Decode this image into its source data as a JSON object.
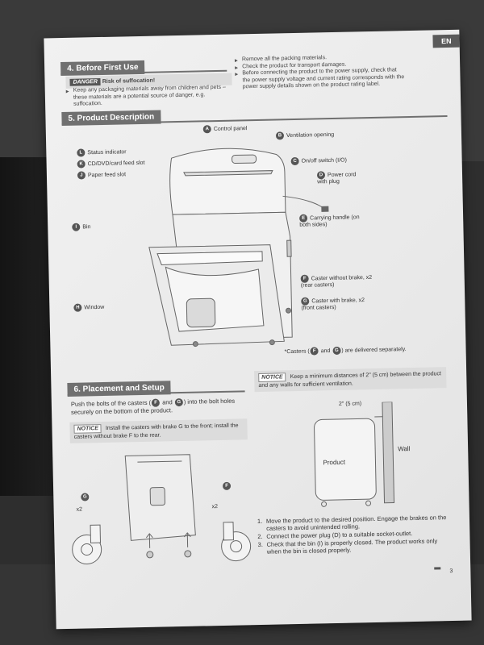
{
  "language_tag": "EN",
  "sections": {
    "before_first_use": {
      "title": "4. Before First Use",
      "danger_badge": "DANGER",
      "danger_heading": "Risk of suffocation!",
      "danger_text": "Keep any packaging materials away from children and pets – these materials are a potential source of danger, e.g. suffocation.",
      "right_bullets": [
        "Remove all the packing materials.",
        "Check the product for transport damages.",
        "Before connecting the product to the power supply, check that the power supply voltage and current rating corresponds with the power supply details shown on the product rating label."
      ]
    },
    "product_description": {
      "title": "5. Product Description",
      "callouts": {
        "A": "Control panel",
        "B": "Ventilation opening",
        "C": "On/off switch (I/O)",
        "D": "Power cord with plug",
        "E": "Carrying handle (on both sides)",
        "F": "Caster without brake, x2 (rear casters)",
        "G": "Caster with brake, x2 (front casters)",
        "H": "Window",
        "I": "Bin",
        "J": "Paper feed slot",
        "K": "CD/DVD/card feed slot",
        "L": "Status indicator"
      },
      "casters_note_pre": "*Casters (",
      "casters_note_mid": " and ",
      "casters_note_post": ") are delivered separately."
    },
    "placement": {
      "title": "6. Placement and Setup",
      "intro_pre": "Push the bolts of the casters (",
      "intro_mid": " and ",
      "intro_post": ") into the bolt holes securely on the bottom of the product.",
      "notice_badge": "NOTICE",
      "notice_left": "Install the casters with brake G to the front; install the casters without brake F to the rear.",
      "notice_right": "Keep a minimum distances of 2\" (5 cm) between the product and any walls for sufficient ventilation.",
      "diagram_distance": "2\" (5 cm)",
      "diagram_product": "Product",
      "diagram_wall": "Wall",
      "x2_label": "x2",
      "steps": [
        "Move the product to the desired position. Engage the brakes on the casters to avoid unintended rolling.",
        "Connect the power plug (D) to a suitable socket-outlet.",
        "Check that the bin (I) is properly closed. The product works only when the bin is closed properly."
      ]
    }
  },
  "page_number": "3"
}
